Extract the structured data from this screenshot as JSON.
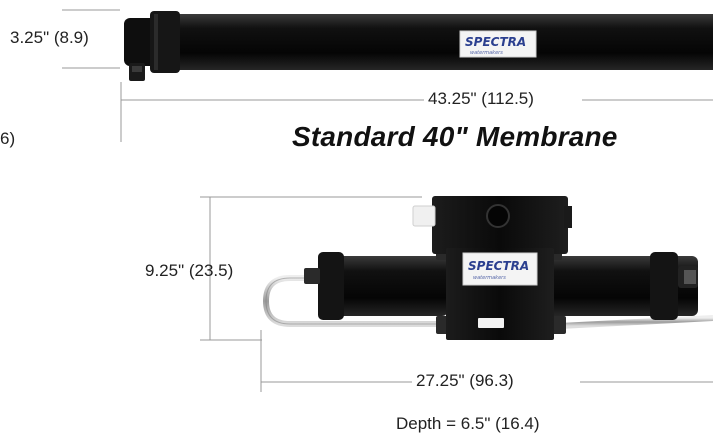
{
  "brand": {
    "logo": "SPECTRA"
  },
  "standard_membrane": {
    "title": "Standard 40\" Membrane",
    "diameter_label": "3.25\" (8.9)",
    "length_label": "43.25\" (112.5)",
    "partial_left_label": "6)"
  },
  "compact_unit": {
    "height_label": "9.25\" (23.5)",
    "length_label": "27.25\" (96.3)",
    "depth_label": "Depth = 6.5\" (16.4)"
  },
  "colors": {
    "body": "#0b0b0b",
    "line": "#9a9a9a",
    "logo_blue": "#2b3f8f",
    "tube_steel": "#c9c9c9"
  }
}
